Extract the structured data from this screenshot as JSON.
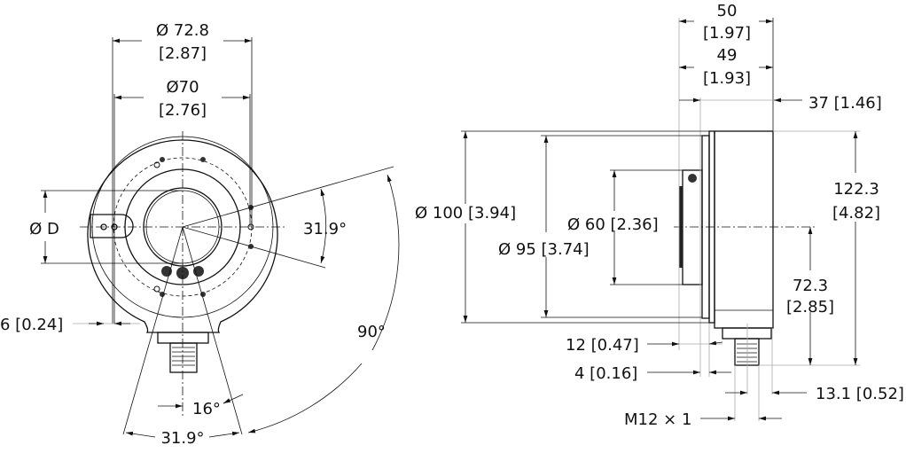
{
  "front_view": {
    "dim_outer_diameter": "Ø 72.8",
    "dim_outer_diameter_in": "[2.87]",
    "dim_bolt_circle": "Ø70",
    "dim_bolt_circle_in": "[2.76]",
    "dim_shaft": "Ø D",
    "dim_slot": "6 [0.24]",
    "angle_right": "31.9°",
    "angle_large": "90°",
    "angle_small": "16°",
    "angle_bottom": "31.9°"
  },
  "side_view": {
    "dim_depth_total": "50",
    "dim_depth_total_in": "[1.97]",
    "dim_depth_body": "49",
    "dim_depth_body_in": "[1.93]",
    "dim_depth_37": "37 [1.46]",
    "dim_d100": "Ø 100 [3.94]",
    "dim_d95": "Ø 95 [3.74]",
    "dim_d60": "Ø 60 [2.36]",
    "dim_height": "122.3",
    "dim_height_in": "[4.82]",
    "dim_center_height": "72.3",
    "dim_center_height_in": "[2.85]",
    "dim_12": "12 [0.47]",
    "dim_4": "4 [0.16]",
    "dim_13": "13.1 [0.52]",
    "dim_thread": "M12 × 1"
  }
}
